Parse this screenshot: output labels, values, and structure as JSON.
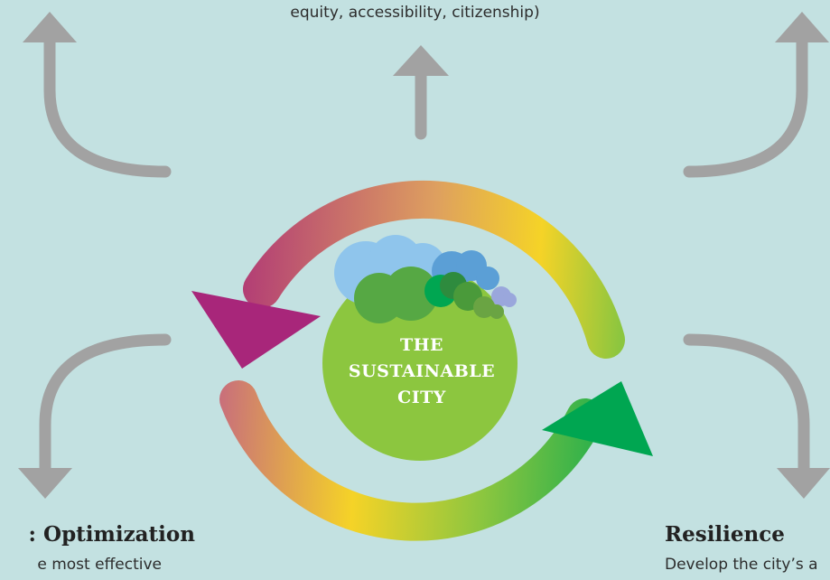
{
  "top_caption": "equity, accessibility, citizenship)",
  "center": {
    "line1": "THE",
    "line2": "SUSTAINABLE",
    "line3": "CITY"
  },
  "left": {
    "heading": ": Optimization",
    "description": "e most effective"
  },
  "right": {
    "heading": "Resilience",
    "description": "Develop the city’s a"
  },
  "colors": {
    "background": "#c3e1e1",
    "arrow_gray": "#a2a2a2",
    "globe_green": "#8cc63f",
    "magenta": "#a8267a",
    "yellow": "#f5d327",
    "green": "#00a651"
  }
}
